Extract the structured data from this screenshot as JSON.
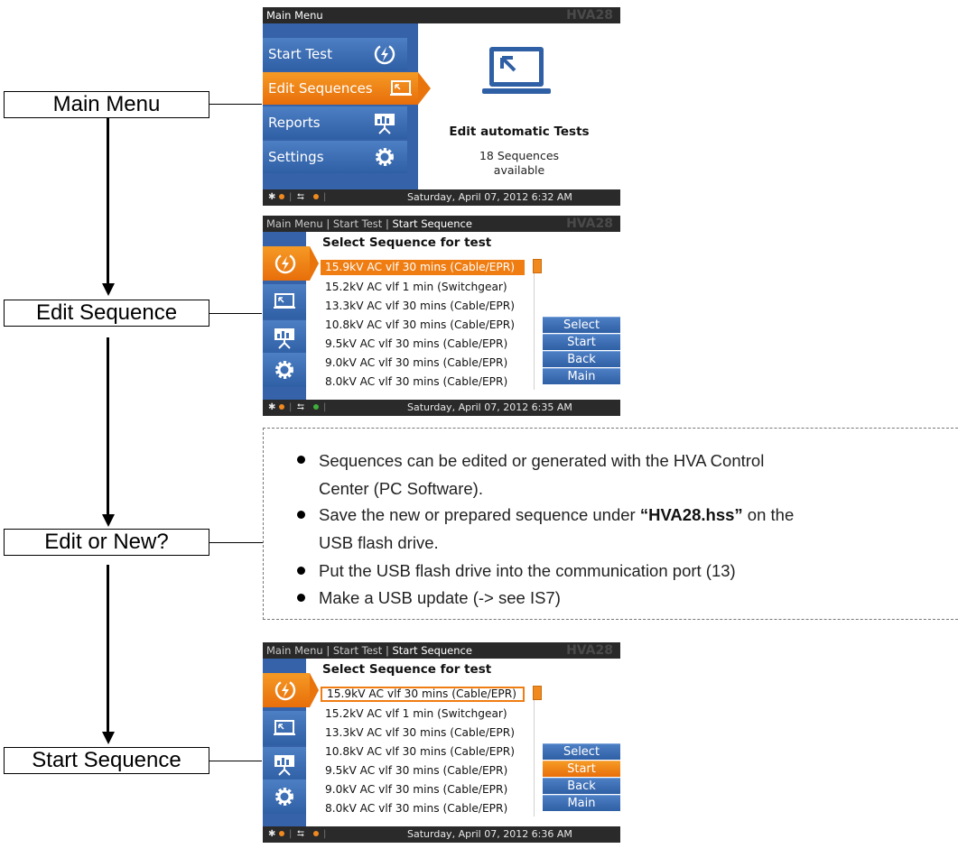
{
  "flowchart": {
    "steps": [
      "Main Menu",
      "Edit Sequence",
      "Edit or New?",
      "Start Sequence"
    ]
  },
  "main_menu_screen": {
    "breadcrumb": "Main Menu",
    "brand": "HVA28",
    "menu_items": [
      {
        "label": "Start Test",
        "icon": "lightning-icon",
        "active": false
      },
      {
        "label": "Edit Sequences",
        "icon": "laptop-icon",
        "active": true
      },
      {
        "label": "Reports",
        "icon": "presentation-icon",
        "active": false
      },
      {
        "label": "Settings",
        "icon": "gear-icon",
        "active": false
      }
    ],
    "panel_title": "Edit automatic Tests",
    "panel_sub_1": "18 Sequences",
    "panel_sub_2": "available",
    "status_time": "Saturday, April 07, 2012 6:32 AM"
  },
  "seq_screen_1": {
    "breadcrumb_1": "Main Menu",
    "breadcrumb_2": "Start Test",
    "breadcrumb_3": "Start Sequence",
    "brand": "HVA28",
    "title": "Select Sequence for test",
    "sequences": [
      "15.9kV AC vlf 30 mins (Cable/EPR)",
      "15.2kV AC vlf 1 min (Switchgear)",
      "13.3kV AC vlf 30 mins (Cable/EPR)",
      "10.8kV AC vlf 30 mins (Cable/EPR)",
      "9.5kV AC vlf 30 mins (Cable/EPR)",
      "9.0kV AC vlf 30 mins (Cable/EPR)",
      "8.0kV AC vlf 30 mins (Cable/EPR)"
    ],
    "buttons": [
      "Select",
      "Start",
      "Back",
      "Main"
    ],
    "status_time": "Saturday, April 07, 2012 6:35 AM"
  },
  "note": {
    "b1_a": "Sequences can be edited or generated with the HVA Control",
    "b1_b": "Center (PC Software).",
    "b2_a_pre": "Save the new or prepared sequence under ",
    "b2_a_bold": "“HVA28.hss”",
    "b2_a_post": " on the",
    "b2_b": "USB flash drive.",
    "b3": "Put the USB flash drive into the communication port (13)",
    "b4": "Make a USB update (-> see IS7)"
  },
  "seq_screen_2": {
    "breadcrumb_1": "Main Menu",
    "breadcrumb_2": "Start Test",
    "breadcrumb_3": "Start Sequence",
    "brand": "HVA28",
    "title": "Select Sequence for test",
    "sequences": [
      "15.9kV AC vlf 30 mins (Cable/EPR)",
      "15.2kV AC vlf 1 min (Switchgear)",
      "13.3kV AC vlf 30 mins (Cable/EPR)",
      "10.8kV AC vlf 30 mins (Cable/EPR)",
      "9.5kV AC vlf 30 mins (Cable/EPR)",
      "9.0kV AC vlf 30 mins (Cable/EPR)",
      "8.0kV AC vlf 30 mins (Cable/EPR)"
    ],
    "buttons": [
      "Select",
      "Start",
      "Back",
      "Main"
    ],
    "status_time": "Saturday, April 07, 2012 6:36 AM"
  },
  "colors": {
    "accent_orange": "#ef7d12",
    "menu_blue": "#3a6db4",
    "bar_dark": "#2a2a2a"
  }
}
